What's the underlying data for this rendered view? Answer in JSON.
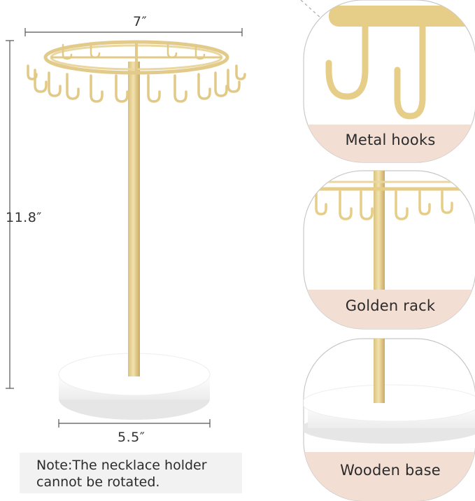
{
  "dimensions": {
    "width": "7″",
    "height": "11.8″",
    "base": "5.5″"
  },
  "note": {
    "line1": "Note:The necklace holder",
    "line2": "cannot be rotated."
  },
  "panels": [
    {
      "label": "Metal hooks"
    },
    {
      "label": "Golden rack"
    },
    {
      "label": "Wooden base"
    }
  ],
  "colors": {
    "gold": "#e8d49a",
    "gold_dark": "#c9b16e",
    "base_white": "#f7f7f7",
    "label_band": "#f3ded3",
    "dim_line": "#555555"
  }
}
